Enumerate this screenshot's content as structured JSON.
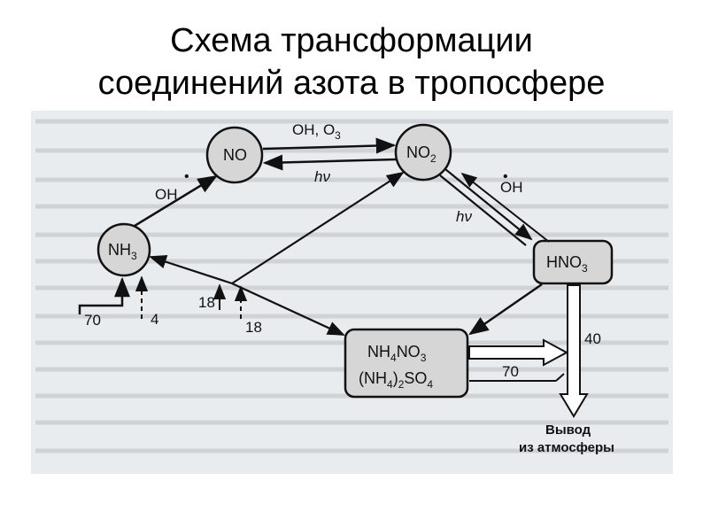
{
  "title": {
    "line1": "Схема трансформации",
    "line2": "соединений азота в тропосфере"
  },
  "nodes": {
    "no": "NO",
    "no2": "NO",
    "no2_sub": "2",
    "nh3": "NH",
    "nh3_sub": "3",
    "hno3": "HNO",
    "hno3_sub": "3",
    "salts_line1_a": "NH",
    "salts_line1_sub1": "4",
    "salts_line1_b": "NO",
    "salts_line1_sub2": "3",
    "salts_line2_a": "(NH",
    "salts_line2_sub1": "4",
    "salts_line2_b": ")",
    "salts_line2_sub2": "2",
    "salts_line2_c": "SO",
    "salts_line2_sub3": "4"
  },
  "labels": {
    "oh_o3_a": "OH, O",
    "oh_o3_sub": "3",
    "hv_top": "hν",
    "hv_mid": "hν",
    "oh_left": "OH",
    "oh_right": "OH",
    "dot_right": "•",
    "dot_left": "•",
    "val_70_in": "70",
    "val_4": "4",
    "val_18_a": "18",
    "val_18_b": "18",
    "val_40": "40",
    "val_70_out": "70",
    "output_line1": "Вывод",
    "output_line2": "из атмосферы"
  },
  "colors": {
    "node_fill": "#d6d6d6",
    "line": "#111111",
    "scan_bg": "#e9ecef"
  }
}
